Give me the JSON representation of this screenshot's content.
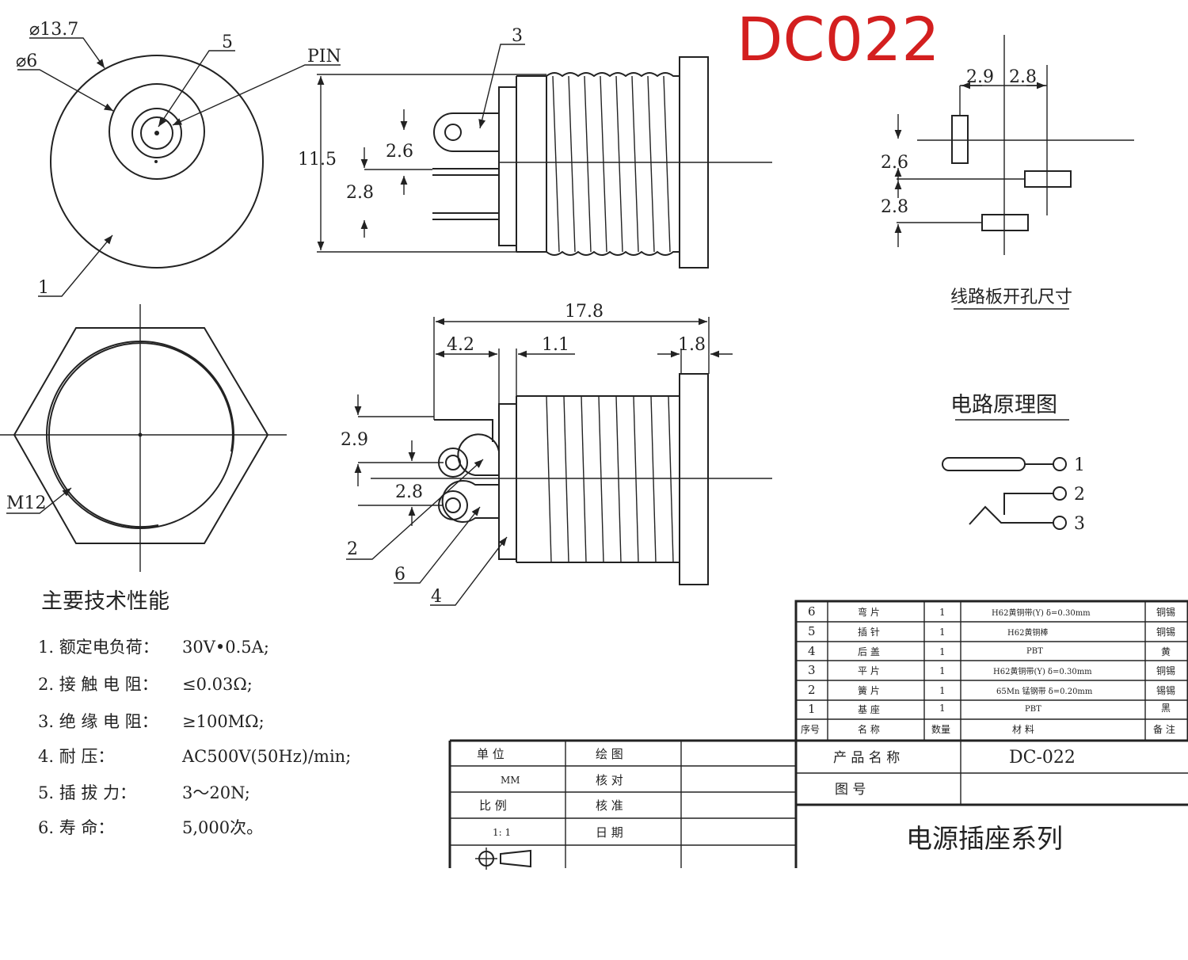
{
  "title": "DC022",
  "dims": {
    "d_outer": "⌀13.7",
    "d_inner": "⌀6",
    "label_5": "5",
    "pin": "PIN",
    "label_1": "1",
    "label_3": "3",
    "h_11_5": "11.5",
    "h_2_6": "2.6",
    "h_2_8": "2.8",
    "len_17_8": "17.8",
    "len_4_2": "4.2",
    "len_1_1": "1.1",
    "len_1_8": "1.8",
    "v_2_9": "2.9",
    "v_2_8": "2.8",
    "m12": "M12",
    "lbl_2": "2",
    "lbl_6": "6",
    "lbl_4": "4"
  },
  "pcb": {
    "h1": "2.9",
    "h2": "2.8",
    "v1": "2.6",
    "v2": "2.8",
    "caption": "线路板开孔尺寸"
  },
  "circuit": {
    "title": "电路原理图",
    "pins": [
      "1",
      "2",
      "3"
    ]
  },
  "specs": {
    "title": "主要技术性能",
    "items": [
      {
        "label": "1. 额定电负荷：",
        "value": "30V•0.5A;"
      },
      {
        "label": "2. 接 触 电 阻：",
        "value": "≤0.03Ω;"
      },
      {
        "label": "3. 绝 缘 电 阻：",
        "value": "≥100MΩ;"
      },
      {
        "label": "4. 耐          压：",
        "value": "AC500V(50Hz)/min;"
      },
      {
        "label": "5. 插     拔   力：",
        "value": "3～20N;"
      },
      {
        "label": "6. 寿          命：",
        "value": "5,000次。"
      }
    ]
  },
  "bom": {
    "rows": [
      {
        "no": "6",
        "name": "弯 片",
        "qty": "1",
        "material": "H62黄铜带(Y) δ=0.30mm",
        "note": "铜锡"
      },
      {
        "no": "5",
        "name": "插 针",
        "qty": "1",
        "material": "H62黄铜棒",
        "note": "铜锡"
      },
      {
        "no": "4",
        "name": "后 盖",
        "qty": "1",
        "material": "PBT",
        "note": "黄"
      },
      {
        "no": "3",
        "name": "平 片",
        "qty": "1",
        "material": "H62黄铜带(Y) δ=0.30mm",
        "note": "铜锡"
      },
      {
        "no": "2",
        "name": "簧 片",
        "qty": "1",
        "material": "65Mn 锰钢带 δ=0.20mm",
        "note": "锡锡"
      },
      {
        "no": "1",
        "name": "基 座",
        "qty": "1",
        "material": "PBT",
        "note": "黑"
      }
    ],
    "header": {
      "no": "序号",
      "name": "名 称",
      "qty": "数量",
      "material": "材    料",
      "note": "备 注"
    }
  },
  "titleblock": {
    "unit_label": "单    位",
    "draw_label": "绘    图",
    "unit_value": "MM",
    "check_label": "核    对",
    "scale_label": "比    例",
    "approve_label": "核    准",
    "scale_value": "1:  1",
    "date_label": "日    期",
    "product_label": "产 品 名 称",
    "product_value": "DC-022",
    "drawing_no_label": "图          号",
    "series": "电源插座系列"
  }
}
